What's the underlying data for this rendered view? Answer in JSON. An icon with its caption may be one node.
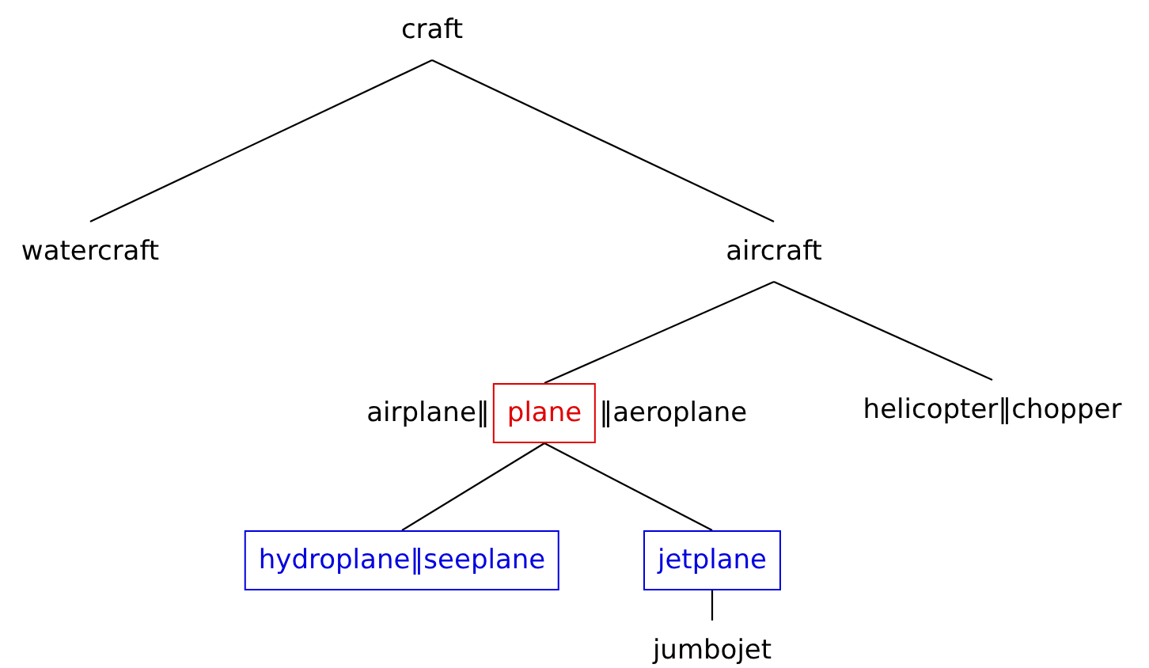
{
  "diagram": {
    "nodes": [
      {
        "text": [
          "craft"
        ]
      },
      {
        "text": [
          "watercraft"
        ]
      },
      {
        "text": [
          "aircraft"
        ]
      },
      {
        "text": [
          "plane"
        ],
        "beside": [
          "airplane‖",
          "‖aeroplane"
        ]
      },
      {
        "text": [
          "helicopter‖chopper"
        ]
      },
      {
        "text": [
          "hydroplane‖seeplane"
        ]
      },
      {
        "text": [
          "jetplane"
        ]
      },
      {
        "text": [
          "jumbojet"
        ]
      }
    ],
    "edges": [
      {
        "from": 0,
        "to": 1,
        "arrow": "none"
      },
      {
        "from": 0,
        "to": 2,
        "arrow": "none"
      },
      {
        "from": 2,
        "to": 3,
        "arrow": "none"
      },
      {
        "from": 2,
        "to": 4,
        "arrow": "none"
      },
      {
        "from": 3,
        "to": 5,
        "arrow": "none"
      },
      {
        "from": 3,
        "to": 6,
        "arrow": "none"
      },
      {
        "from": 6,
        "to": 7,
        "arrow": "none"
      }
    ]
  }
}
